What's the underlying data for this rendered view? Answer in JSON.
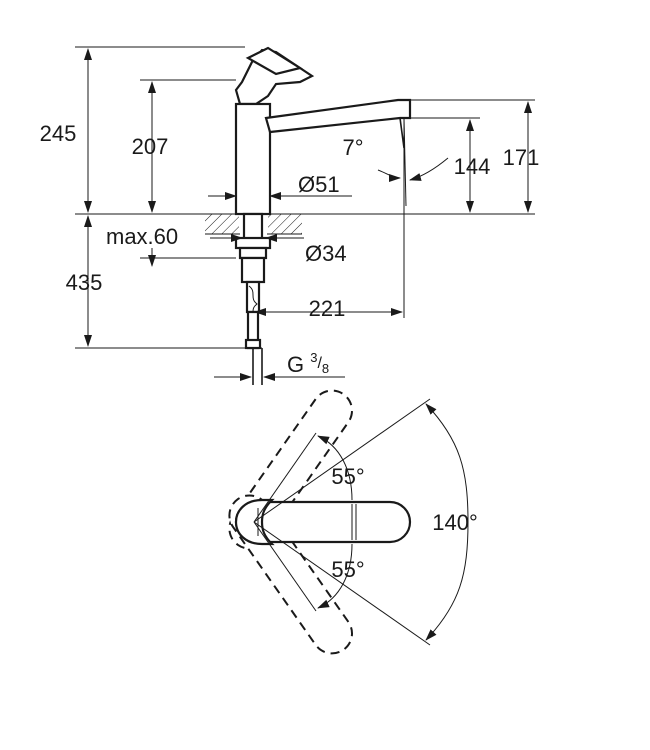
{
  "side_view": {
    "dim_total_height": "245",
    "dim_spout_height": "207",
    "dim_outlet_top": "171",
    "dim_outlet_bottom": "144",
    "dim_tilt": "7°",
    "dim_base_diameter": "Ø51",
    "dim_hole_diameter": "Ø34",
    "dim_max_thickness": "max.60",
    "dim_below_counter": "435",
    "dim_reach": "221",
    "thread_prefix": "G ",
    "thread_num": "3",
    "thread_den": "8"
  },
  "top_view": {
    "angle_upper": "55°",
    "angle_lower": "55°",
    "angle_total": "140°"
  }
}
